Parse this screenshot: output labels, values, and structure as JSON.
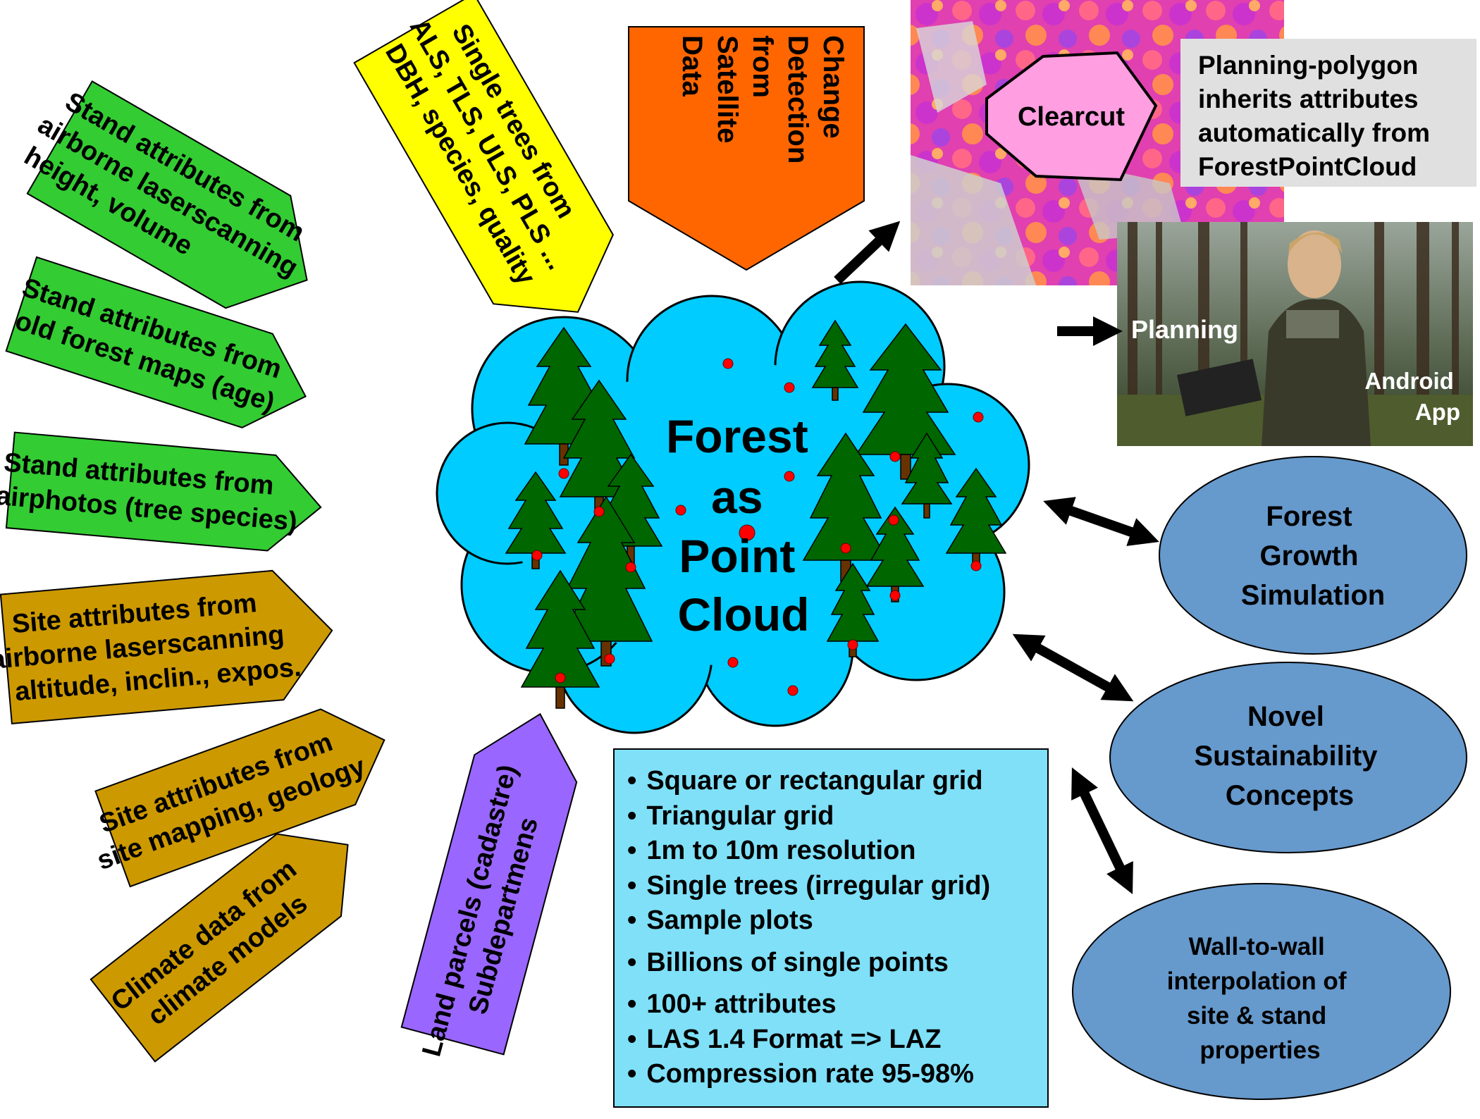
{
  "cloud": {
    "title_lines": [
      "Forest",
      "as",
      "Point",
      "Cloud"
    ]
  },
  "inputs": [
    {
      "lines": [
        "Stand attributes from",
        "airborne laserscanning",
        "height, volume"
      ]
    },
    {
      "lines": [
        "Stand attributes from",
        "old forest maps (age)"
      ]
    },
    {
      "lines": [
        "Stand attributes from",
        "airphotos (tree species)"
      ]
    },
    {
      "lines": [
        "Site attributes from",
        "airborne laserscanning",
        "altitude, inclin., expos."
      ]
    },
    {
      "lines": [
        "Site attributes from",
        "site mapping, geology"
      ]
    },
    {
      "lines": [
        "Climate data from",
        "climate models"
      ]
    },
    {
      "lines": [
        "Land parcels (cadastre)",
        "Subdepartmens"
      ]
    },
    {
      "lines": [
        "Single trees from",
        "ALS, TLS, ULS, PLS ...",
        "DBH, species, quality"
      ]
    },
    {
      "lines": [
        "Change",
        "Detection",
        "from",
        "Satellite",
        "Data"
      ]
    }
  ],
  "map_panel": {
    "clearcut_label": "Clearcut",
    "caption_lines": [
      "Planning-polygon",
      "inherits attributes",
      "automatically from",
      "ForestPointCloud"
    ]
  },
  "photo_panel": {
    "planning_label": "Planning",
    "app_label_lines": [
      "Android",
      "App"
    ]
  },
  "outputs": [
    {
      "lines": [
        "Forest",
        "Growth",
        "Simulation"
      ]
    },
    {
      "lines": [
        "Novel",
        "Sustainability",
        "Concepts"
      ]
    },
    {
      "lines": [
        "Wall-to-wall",
        "interpolation of",
        "site & stand",
        "properties"
      ]
    }
  ],
  "properties": [
    "Square or rectangular grid",
    "Triangular grid",
    "1m to 10m resolution",
    "Single trees (irregular grid)",
    "Sample plots",
    "Billions of single points",
    "100+ attributes",
    "LAS 1.4 Format => LAZ",
    "Compression rate 95-98%"
  ],
  "colors": {
    "green": "#33cc33",
    "gold": "#cc9900",
    "yellow": "#ffff00",
    "orange": "#ff6600",
    "purple": "#9966ff",
    "cloud": "#00ccff",
    "ellipse": "#6699cc",
    "props_box": "#7fe0f8",
    "tree": "#006600",
    "dot": "#ff0000"
  }
}
